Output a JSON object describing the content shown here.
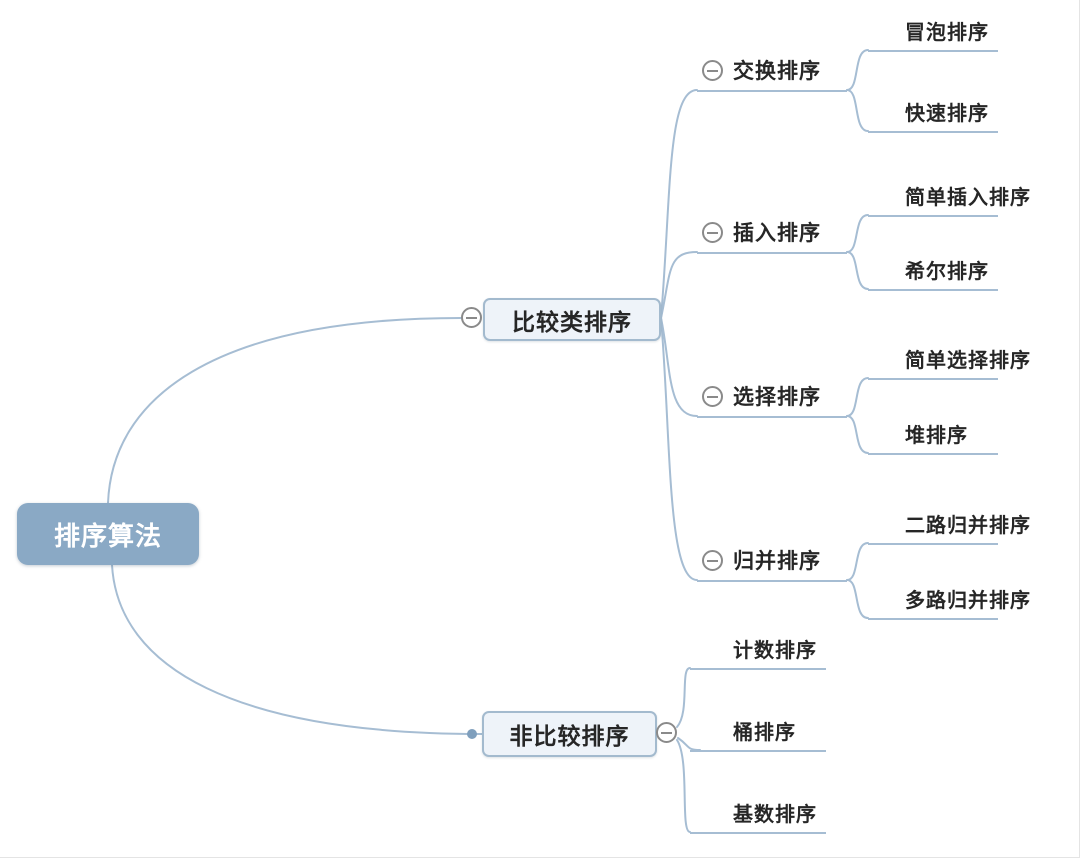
{
  "style": {
    "bg": "#ffffff",
    "line_color": "#a6bdd3",
    "root_fill": "#8aa9c5",
    "root_text": "#ffffff",
    "branch_fill": "#eef3f9",
    "branch_border": "#a3bace",
    "text_color": "#262626",
    "toggle_color": "#8a8a8a",
    "dot_color": "#7f9fbd"
  },
  "root": {
    "label": "排序算法"
  },
  "branches": [
    {
      "label": "比较类排序",
      "children": [
        {
          "label": "交换排序",
          "children": [
            {
              "label": "冒泡排序"
            },
            {
              "label": "快速排序"
            }
          ]
        },
        {
          "label": "插入排序",
          "children": [
            {
              "label": "简单插入排序"
            },
            {
              "label": "希尔排序"
            }
          ]
        },
        {
          "label": "选择排序",
          "children": [
            {
              "label": "简单选择排序"
            },
            {
              "label": "堆排序"
            }
          ]
        },
        {
          "label": "归并排序",
          "children": [
            {
              "label": "二路归并排序"
            },
            {
              "label": "多路归并排序"
            }
          ]
        }
      ]
    },
    {
      "label": "非比较排序",
      "children": [
        {
          "label": "计数排序"
        },
        {
          "label": "桶排序"
        },
        {
          "label": "基数排序"
        }
      ]
    }
  ]
}
